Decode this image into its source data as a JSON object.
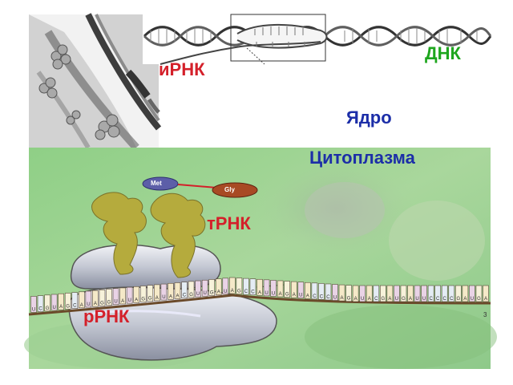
{
  "labels": {
    "irna": "иРНК",
    "dna": "ДНК",
    "nucleus": "Ядро",
    "cytoplasm": "Цитоплазма",
    "trna": "тРНК",
    "rrna": "рРНК",
    "met": "Met",
    "gly": "Gly",
    "three_prime": "3"
  },
  "codons_mrna": [
    "U",
    "C",
    "G",
    "U",
    "A",
    "G",
    "C",
    "A",
    "U",
    "A",
    "G",
    "G",
    "U",
    "A",
    "U",
    "A",
    "G",
    "G",
    "A",
    "U",
    "A",
    "A",
    "C",
    "G",
    "U",
    "U",
    "G",
    "A",
    "U",
    "A",
    "G",
    "C",
    "C",
    "A",
    "U",
    "U",
    "A",
    "G",
    "A",
    "U",
    "A",
    "C",
    "C",
    "C",
    "U",
    "A",
    "G",
    "A",
    "U",
    "A",
    "C",
    "G",
    "A",
    "U",
    "G",
    "A",
    "U",
    "U",
    "C",
    "C",
    "C",
    "C",
    "G",
    "A",
    "U",
    "G",
    "A"
  ],
  "colors": {
    "title_red": "#d4202a",
    "dna_green": "#1ea61e",
    "nucleus_blue": "#1c2ea8",
    "cytoplasm_bg": "#9ccf8e",
    "ribosome": "#c9ccd6",
    "trna": "#b7ad3e"
  }
}
